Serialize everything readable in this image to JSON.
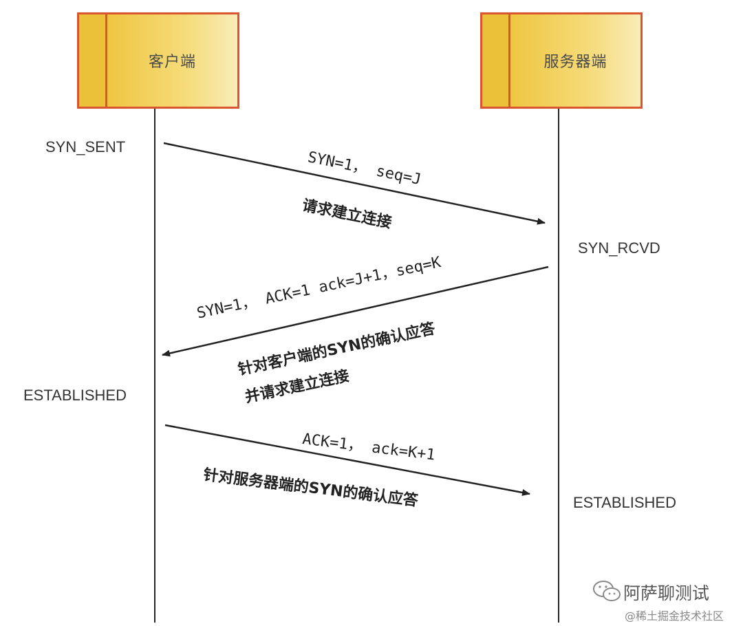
{
  "participants": {
    "client": "客户端",
    "server": "服务器端"
  },
  "states": {
    "client_1": "SYN_SENT",
    "server_1": "SYN_RCVD",
    "client_2": "ESTABLISHED",
    "server_2": "ESTABLISHED"
  },
  "messages": [
    {
      "line1": "SYN=1， seq=J",
      "line2": "请求建立连接",
      "line3": ""
    },
    {
      "line1": "SYN=1， ACK=1   ack=J+1，seq=K",
      "line2": "针对客户端的SYN的确认应答",
      "line3": "并请求建立连接"
    },
    {
      "line1": "ACK=1， ack=K+1",
      "line2": "针对服务器端的SYN的确认应答",
      "line3": ""
    }
  ],
  "watermark": {
    "title": "阿萨聊测试",
    "subtitle": "@稀土掘金技术社区",
    "icon": "wechat-icon"
  },
  "colors": {
    "box_border": "#d9552d",
    "box_fill": "#f5db79",
    "line": "#222222"
  }
}
